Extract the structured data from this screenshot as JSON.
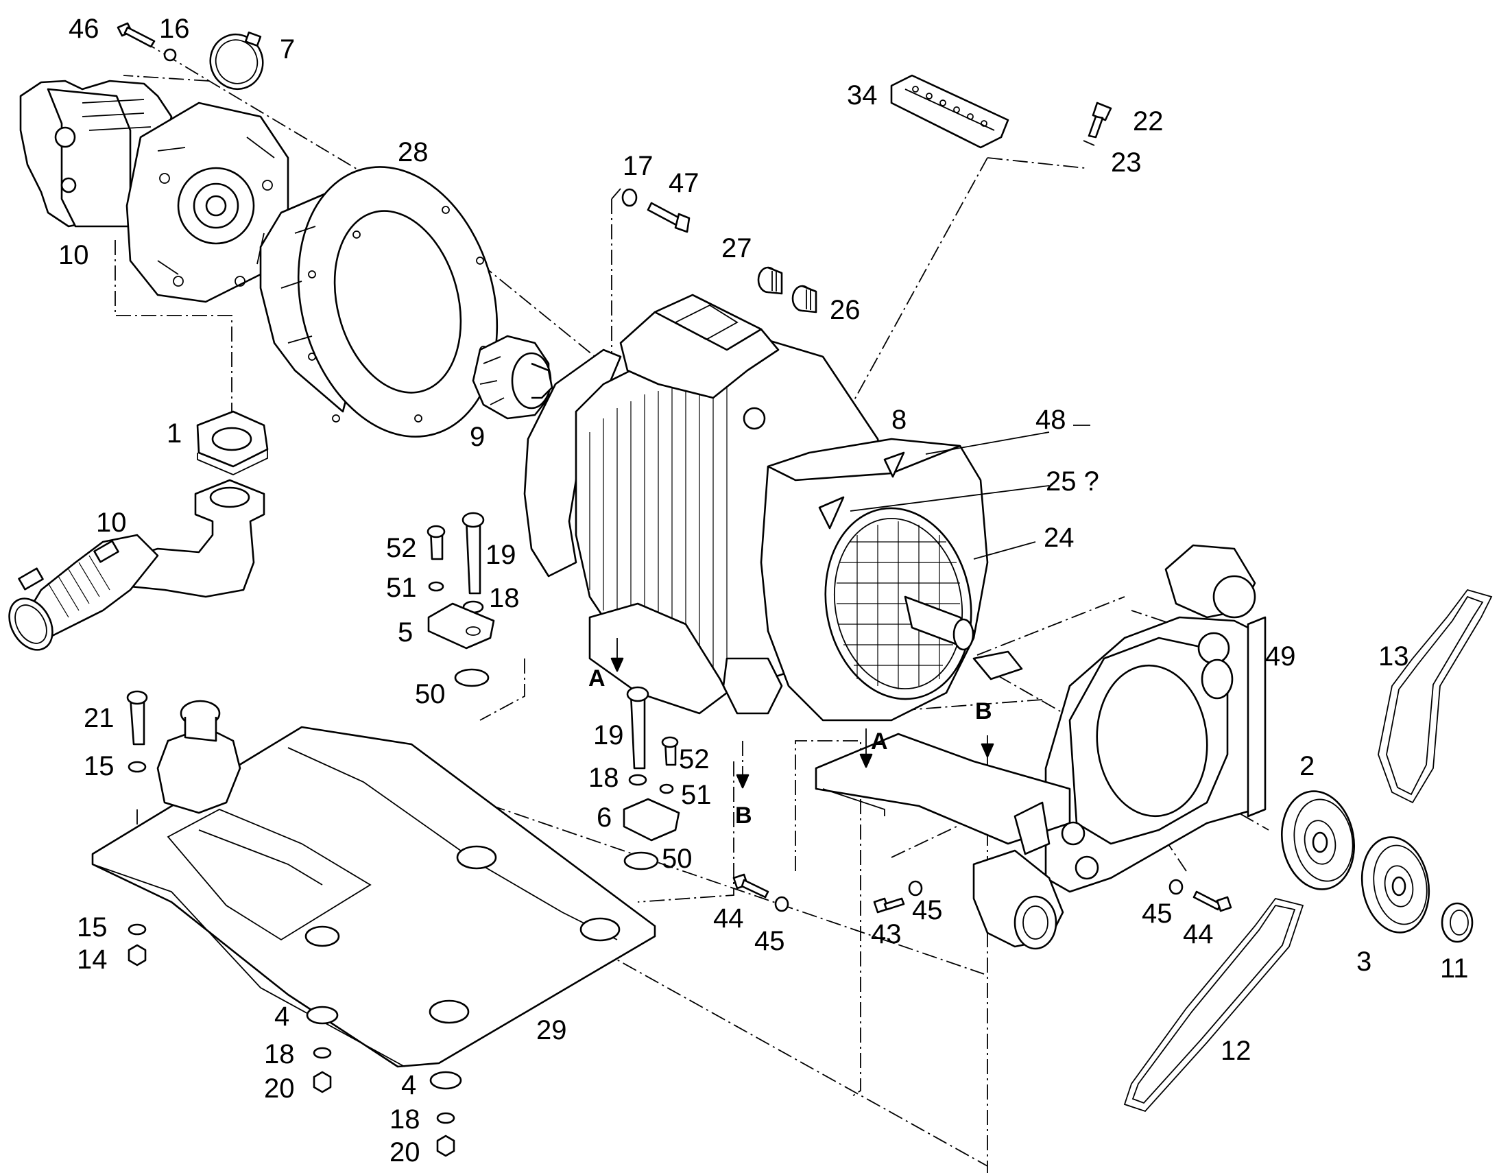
{
  "diagram": {
    "labels": {
      "46": "46",
      "16": "16",
      "7": "7",
      "10a": "10",
      "28": "28",
      "17": "17",
      "47": "47",
      "34": "34",
      "22": "22",
      "23": "23",
      "27": "27",
      "26": "26",
      "9": "9",
      "8": "8",
      "48": "48",
      "25": "25 ?",
      "1": "1",
      "10b": "10",
      "52a": "52",
      "19a": "19",
      "51a": "51",
      "18a": "18",
      "5": "5",
      "50a": "50",
      "24": "24",
      "49": "49",
      "13": "13",
      "2": "2",
      "21": "21",
      "15a": "15",
      "19b": "19",
      "52b": "52",
      "18b": "18",
      "51b": "51",
      "6": "6",
      "50b": "50",
      "44a": "44",
      "45a": "45",
      "43": "43",
      "45b": "45",
      "45c": "45",
      "44b": "44",
      "3": "3",
      "11": "11",
      "15b": "15",
      "14": "14",
      "4a": "4",
      "18c": "18",
      "20a": "20",
      "29": "29",
      "4b": "4",
      "18d": "18",
      "20b": "20",
      "12": "12"
    },
    "view_markers": {
      "A1": "A",
      "B1": "B",
      "A2": "A",
      "B2": "B"
    }
  }
}
